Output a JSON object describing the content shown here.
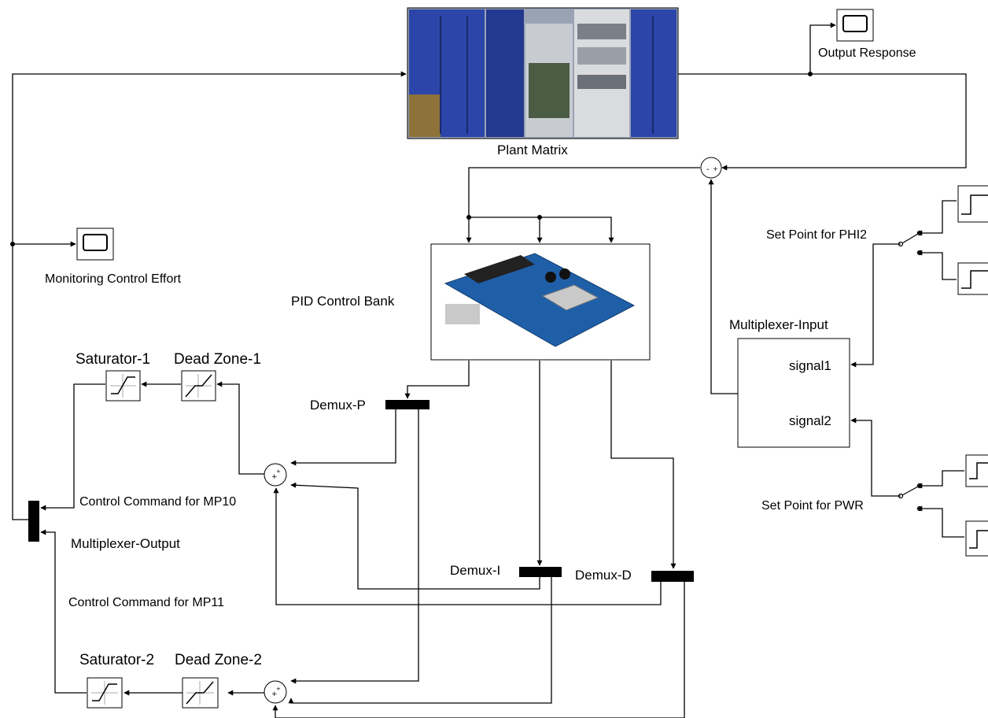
{
  "labels": {
    "output_response": "Output Response",
    "plant_matrix": "Plant Matrix",
    "set_point_phi2": "Set Point for PHI2",
    "monitoring_control_effort": "Monitoring Control Effort",
    "pid_control_bank": "PID Control Bank",
    "multiplexer_input": "Multiplexer-Input",
    "signal1": "signal1",
    "signal2": "signal2",
    "saturator_1": "Saturator-1",
    "dead_zone_1": "Dead Zone-1",
    "demux_p": "Demux-P",
    "control_cmd_mp10": "Control Command for MP10",
    "set_point_pwr": "Set Point for PWR",
    "multiplexer_output": "Multiplexer-Output",
    "demux_i": "Demux-I",
    "demux_d": "Demux-D",
    "control_cmd_mp11": "Control Command for MP11",
    "saturator_2": "Saturator-2",
    "dead_zone_2": "Dead Zone-2"
  },
  "colors": {
    "line": "#000000",
    "cabinet_blue": "#2b45a8",
    "pcb_blue": "#1f5fa8",
    "block_border": "#000000"
  }
}
